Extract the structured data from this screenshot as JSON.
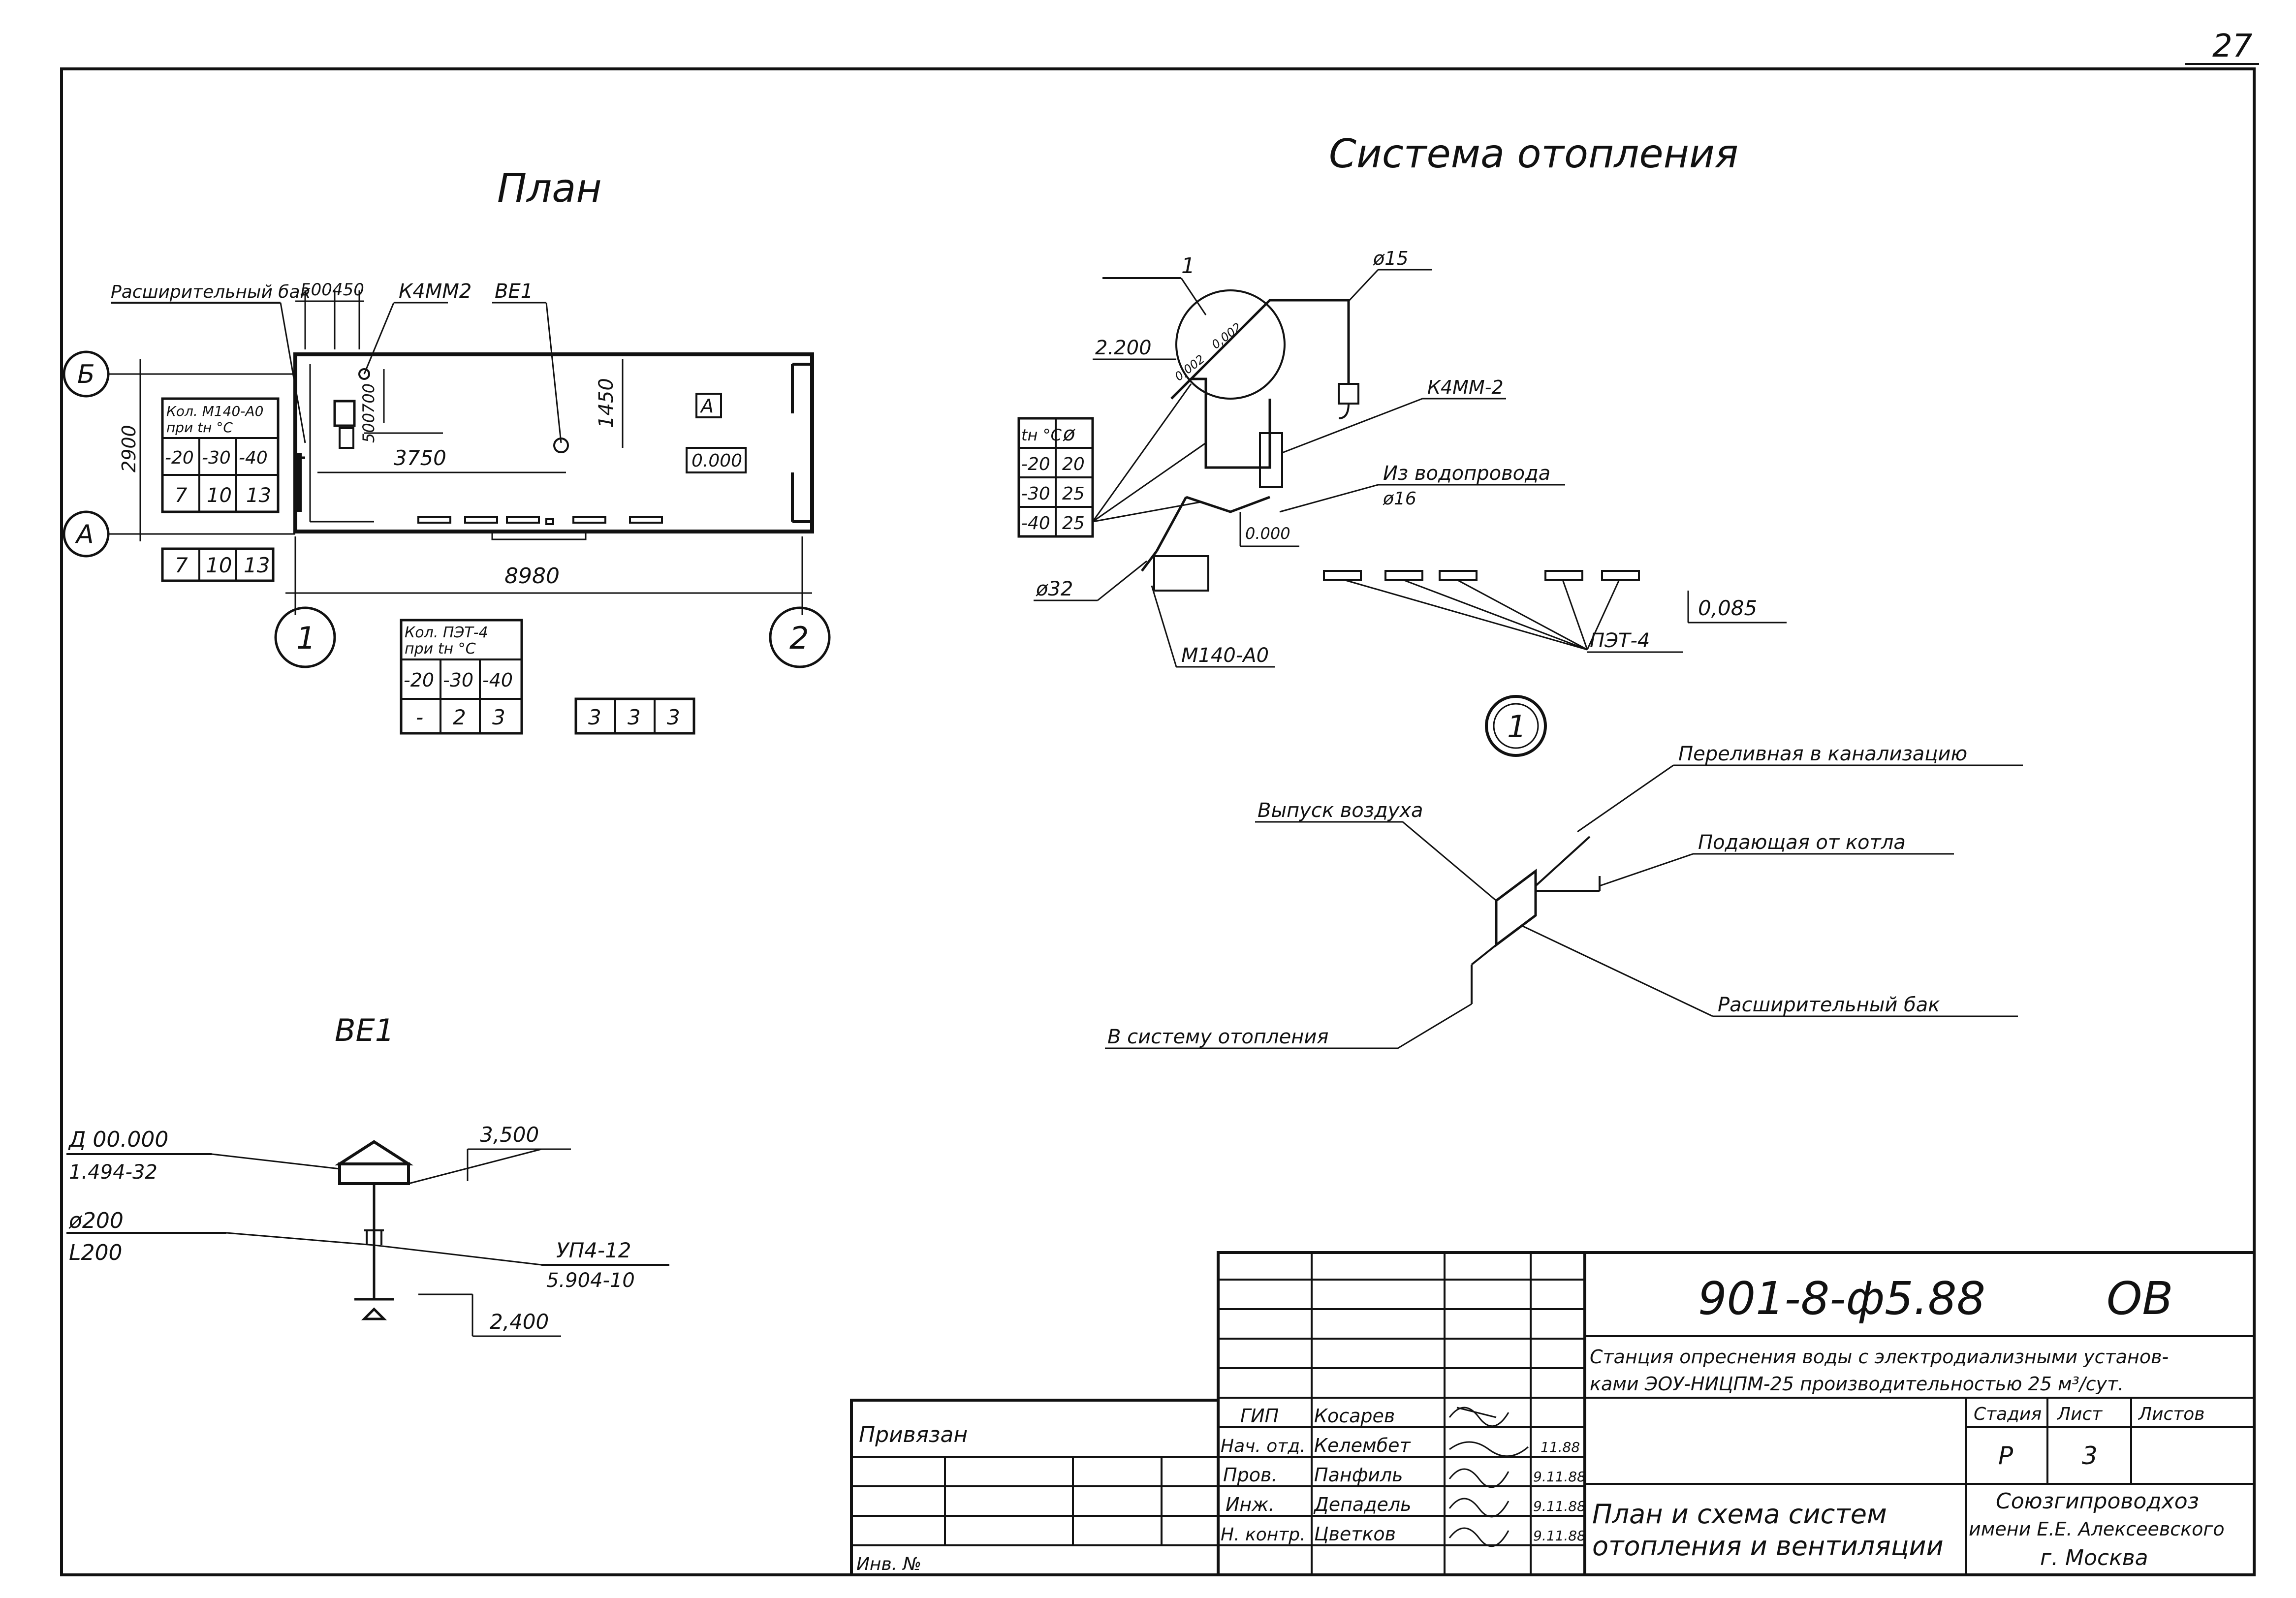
{
  "sheet": {
    "page_number": "27"
  },
  "plan": {
    "title": "План",
    "label_tank": "Расширительный бак",
    "dim_500": "500",
    "dim_450": "450",
    "label_k4mm2": "К4ММ2",
    "label_ve1": "ВЕ1",
    "axis_b": "Б",
    "axis_a": "А",
    "axis_1": "1",
    "axis_2": "2",
    "dim_2900": "2900",
    "dim_700": "700",
    "dim_500v": "500",
    "dim_1450": "1450",
    "dim_3750": "3750",
    "dim_8980": "8980",
    "room_tag": "А",
    "elev_0": "0.000",
    "table_m140": {
      "header_line1": "Кол. М140-А0",
      "header_line2": "при tн °С",
      "temps": [
        "-20",
        "-30",
        "-40"
      ],
      "counts": [
        "7",
        "10",
        "13"
      ]
    },
    "summary_m140": [
      "7",
      "10",
      "13"
    ],
    "table_pet": {
      "header_line1": "Кол. ПЭТ-4",
      "header_line2": "при tн °С",
      "temps": [
        "-20",
        "-30",
        "-40"
      ],
      "counts": [
        "-",
        "2",
        "3"
      ]
    },
    "summary_pet": [
      "3",
      "3",
      "3"
    ]
  },
  "heating": {
    "title": "Система отопления",
    "callout_1": "1",
    "elev_2200": "2.200",
    "slope_1": "0,002",
    "slope_2": "0,002",
    "dia_15": "ø15",
    "label_k4mm2": "К4ММ-2",
    "label_from_water": "Из водопровода",
    "dia_16": "ø16",
    "elev_0": "0.000",
    "table_header": [
      "tн °С",
      "ø"
    ],
    "table_rows": [
      [
        "-20",
        "20"
      ],
      [
        "-30",
        "25"
      ],
      [
        "-40",
        "25"
      ]
    ],
    "dia_32": "ø32",
    "label_m140": "М140-А0",
    "elev_0085": "0,085",
    "label_pet4": "ПЭТ-4"
  },
  "detail1": {
    "number": "1",
    "label_overflow": "Переливная в канализацию",
    "label_air": "Выпуск воздуха",
    "label_supply": "Подающая от котла",
    "label_to_system": "В систему отопления",
    "label_tank": "Расширительный бак"
  },
  "ve1": {
    "title": "ВЕ1",
    "mark_top": "Д 00.000",
    "mark_bottom": "1.494-32",
    "elev_3500": "3,500",
    "dia_top": "ø200",
    "dia_bottom": "L200",
    "up_top": "УП4-12",
    "up_bottom": "5.904-10",
    "elev_2400": "2,400"
  },
  "title_block": {
    "doc_code": "901-8-ф5.88",
    "mark": "ОВ",
    "project_name_1": "Станция опреснения воды с электродиализными установ-",
    "project_name_2": "ками ЭОУ-НИЦПМ-25 производительностью 25 м³/сут.",
    "bound": "Привязан",
    "inv": "Инв. №",
    "staff": [
      {
        "role": "ГИП",
        "name": "Косарев",
        "date": ""
      },
      {
        "role": "Нач. отд.",
        "name": "Келембет",
        "date": "11.88"
      },
      {
        "role": "Пров.",
        "name": "Панфиль",
        "date": "9.11.88"
      },
      {
        "role": "Инж.",
        "name": "Депадель",
        "date": "9.11.88"
      },
      {
        "role": "Н. контр.",
        "name": "Цветков",
        "date": "9.11.88"
      }
    ],
    "stage_h": "Стадия",
    "sheet_h": "Лист",
    "sheets_h": "Листов",
    "stage": "Р",
    "sheet": "3",
    "sheets": "",
    "drawing_name_1": "План и схема систем",
    "drawing_name_2": "отопления и вентиляции",
    "org_1": "Союзгипроводхоз",
    "org_2": "имени Е.Е. Алексеевского",
    "org_3": "г. Москва"
  }
}
